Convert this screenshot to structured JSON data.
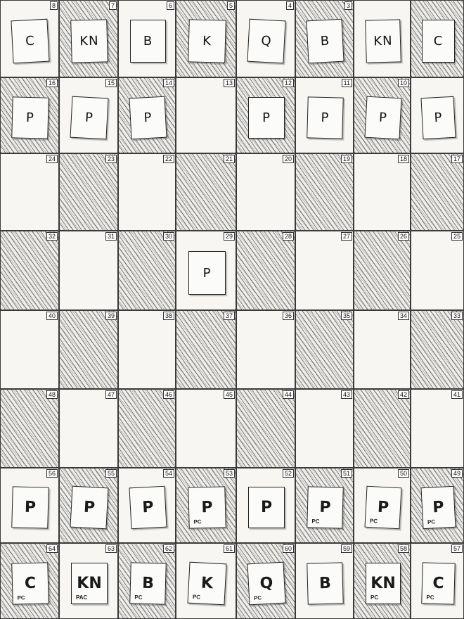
{
  "board": {
    "rows": [
      [
        {
          "num": "8",
          "code": "",
          "dark": false,
          "piece": "C",
          "side": "top",
          "pc": ""
        },
        {
          "num": "7",
          "code": "",
          "dark": true,
          "piece": "KN",
          "side": "top",
          "pc": ""
        },
        {
          "num": "6",
          "code": "",
          "dark": false,
          "piece": "B",
          "side": "top",
          "pc": ""
        },
        {
          "num": "5",
          "code": "",
          "dark": true,
          "piece": "K",
          "side": "top",
          "pc": ""
        },
        {
          "num": "4",
          "code": "",
          "dark": false,
          "piece": "Q",
          "side": "top",
          "pc": ""
        },
        {
          "num": "3",
          "code": "",
          "dark": true,
          "piece": "B",
          "side": "top",
          "pc": ""
        },
        {
          "num": "",
          "code": "",
          "dark": false,
          "piece": "KN",
          "side": "top",
          "pc": ""
        },
        {
          "num": "",
          "code": "",
          "dark": true,
          "piece": "C",
          "side": "top",
          "pc": ""
        }
      ],
      [
        {
          "num": "16",
          "code": "",
          "dark": true,
          "piece": "P",
          "side": "top",
          "pc": ""
        },
        {
          "num": "15",
          "code": "",
          "dark": false,
          "piece": "P",
          "side": "top",
          "pc": ""
        },
        {
          "num": "14",
          "code": "",
          "dark": true,
          "piece": "P",
          "side": "top",
          "pc": ""
        },
        {
          "num": "13",
          "code": "",
          "dark": false,
          "piece": "",
          "side": "",
          "pc": ""
        },
        {
          "num": "12",
          "code": "",
          "dark": true,
          "piece": "P",
          "side": "top",
          "pc": ""
        },
        {
          "num": "11",
          "code": "",
          "dark": false,
          "piece": "P",
          "side": "top",
          "pc": ""
        },
        {
          "num": "10",
          "code": "",
          "dark": true,
          "piece": "P",
          "side": "top",
          "pc": ""
        },
        {
          "num": "",
          "code": "",
          "dark": false,
          "piece": "P",
          "side": "top",
          "pc": ""
        }
      ],
      [
        {
          "num": "24",
          "code": "",
          "dark": false,
          "piece": "",
          "side": "",
          "pc": ""
        },
        {
          "num": "23",
          "code": "",
          "dark": true,
          "piece": "",
          "side": "",
          "pc": ""
        },
        {
          "num": "22",
          "code": "",
          "dark": false,
          "piece": "",
          "side": "",
          "pc": ""
        },
        {
          "num": "21",
          "code": "",
          "dark": true,
          "piece": "",
          "side": "",
          "pc": ""
        },
        {
          "num": "20",
          "code": "",
          "dark": false,
          "piece": "",
          "side": "",
          "pc": ""
        },
        {
          "num": "19",
          "code": "",
          "dark": true,
          "piece": "",
          "side": "",
          "pc": ""
        },
        {
          "num": "18",
          "code": "",
          "dark": false,
          "piece": "",
          "side": "",
          "pc": ""
        },
        {
          "num": "17",
          "code": "",
          "dark": true,
          "piece": "",
          "side": "",
          "pc": ""
        }
      ],
      [
        {
          "num": "32",
          "code": "",
          "dark": true,
          "piece": "",
          "side": "",
          "pc": ""
        },
        {
          "num": "31",
          "code": "",
          "dark": false,
          "piece": "",
          "side": "",
          "pc": ""
        },
        {
          "num": "30",
          "code": "",
          "dark": true,
          "piece": "",
          "side": "",
          "pc": ""
        },
        {
          "num": "29",
          "code": "",
          "dark": false,
          "piece": "P",
          "side": "top",
          "pc": ""
        },
        {
          "num": "28",
          "code": "",
          "dark": true,
          "piece": "",
          "side": "",
          "pc": ""
        },
        {
          "num": "27",
          "code": "",
          "dark": false,
          "piece": "",
          "side": "",
          "pc": ""
        },
        {
          "num": "26",
          "code": "",
          "dark": true,
          "piece": "",
          "side": "",
          "pc": ""
        },
        {
          "num": "25",
          "code": "",
          "dark": false,
          "piece": "",
          "side": "",
          "pc": ""
        }
      ],
      [
        {
          "num": "40",
          "code": "",
          "dark": false,
          "piece": "",
          "side": "",
          "pc": ""
        },
        {
          "num": "39",
          "code": "",
          "dark": true,
          "piece": "",
          "side": "",
          "pc": ""
        },
        {
          "num": "38",
          "code": "",
          "dark": false,
          "piece": "",
          "side": "",
          "pc": ""
        },
        {
          "num": "37",
          "code": "",
          "dark": true,
          "piece": "",
          "side": "",
          "pc": ""
        },
        {
          "num": "36",
          "code": "",
          "dark": false,
          "piece": "",
          "side": "",
          "pc": ""
        },
        {
          "num": "35",
          "code": "",
          "dark": true,
          "piece": "",
          "side": "",
          "pc": ""
        },
        {
          "num": "34",
          "code": "",
          "dark": false,
          "piece": "",
          "side": "",
          "pc": ""
        },
        {
          "num": "33",
          "code": "",
          "dark": true,
          "piece": "",
          "side": "",
          "pc": ""
        }
      ],
      [
        {
          "num": "48",
          "code": "",
          "dark": true,
          "piece": "",
          "side": "",
          "pc": ""
        },
        {
          "num": "47",
          "code": "",
          "dark": false,
          "piece": "",
          "side": "",
          "pc": ""
        },
        {
          "num": "46",
          "code": "",
          "dark": true,
          "piece": "",
          "side": "",
          "pc": ""
        },
        {
          "num": "45",
          "code": "",
          "dark": false,
          "piece": "",
          "side": "",
          "pc": ""
        },
        {
          "num": "44",
          "code": "",
          "dark": true,
          "piece": "",
          "side": "",
          "pc": ""
        },
        {
          "num": "43",
          "code": "",
          "dark": false,
          "piece": "",
          "side": "",
          "pc": ""
        },
        {
          "num": "42",
          "code": "",
          "dark": true,
          "piece": "",
          "side": "",
          "pc": ""
        },
        {
          "num": "41",
          "code": "",
          "dark": false,
          "piece": "",
          "side": "",
          "pc": ""
        }
      ],
      [
        {
          "num": "56",
          "code": "",
          "dark": false,
          "piece": "P",
          "side": "bottom",
          "pc": ""
        },
        {
          "num": "55",
          "code": "",
          "dark": true,
          "piece": "P",
          "side": "bottom",
          "pc": ""
        },
        {
          "num": "54",
          "code": "",
          "dark": false,
          "piece": "P",
          "side": "bottom",
          "pc": ""
        },
        {
          "num": "53",
          "code": "",
          "dark": true,
          "piece": "P",
          "side": "bottom",
          "pc": "PC"
        },
        {
          "num": "52",
          "code": "",
          "dark": false,
          "piece": "P",
          "side": "bottom",
          "pc": ""
        },
        {
          "num": "51",
          "code": "",
          "dark": true,
          "piece": "P",
          "side": "bottom",
          "pc": "PC"
        },
        {
          "num": "50",
          "code": "",
          "dark": false,
          "piece": "P",
          "side": "bottom",
          "pc": "PC"
        },
        {
          "num": "49",
          "code": "",
          "dark": true,
          "piece": "P",
          "side": "bottom",
          "pc": "PC"
        }
      ],
      [
        {
          "num": "64",
          "code": "",
          "dark": true,
          "piece": "C",
          "side": "bottom",
          "pc": "PC"
        },
        {
          "num": "63",
          "code": "",
          "dark": false,
          "piece": "KN",
          "side": "bottom",
          "pc": "PAC"
        },
        {
          "num": "62",
          "code": "",
          "dark": true,
          "piece": "B",
          "side": "bottom",
          "pc": "PC"
        },
        {
          "num": "61",
          "code": "",
          "dark": false,
          "piece": "K",
          "side": "bottom",
          "pc": "PC"
        },
        {
          "num": "60",
          "code": "",
          "dark": true,
          "piece": "Q",
          "side": "bottom",
          "pc": "PC"
        },
        {
          "num": "59",
          "code": "",
          "dark": false,
          "piece": "B",
          "side": "bottom",
          "pc": ""
        },
        {
          "num": "58",
          "code": "",
          "dark": true,
          "piece": "KN",
          "side": "bottom",
          "pc": "PC"
        },
        {
          "num": "57",
          "code": "",
          "dark": false,
          "piece": "C",
          "side": "bottom",
          "pc": "PC"
        }
      ]
    ]
  }
}
